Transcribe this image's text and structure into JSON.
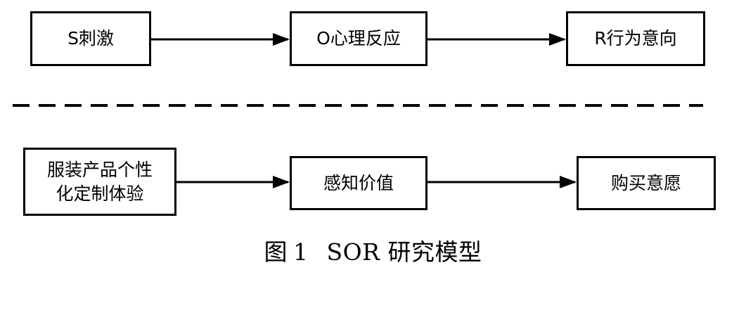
{
  "diagram": {
    "top_row": {
      "stimulus": "S刺激",
      "organism": "O心理反应",
      "response": "R行为意向"
    },
    "bottom_row": {
      "customization_line1": "服装产品个性",
      "customization_line2": "化定制体验",
      "value": "感知价值",
      "intention": "购买意愿"
    }
  },
  "caption": {
    "label": "图",
    "number": "1",
    "text": "SOR 研究模型"
  }
}
